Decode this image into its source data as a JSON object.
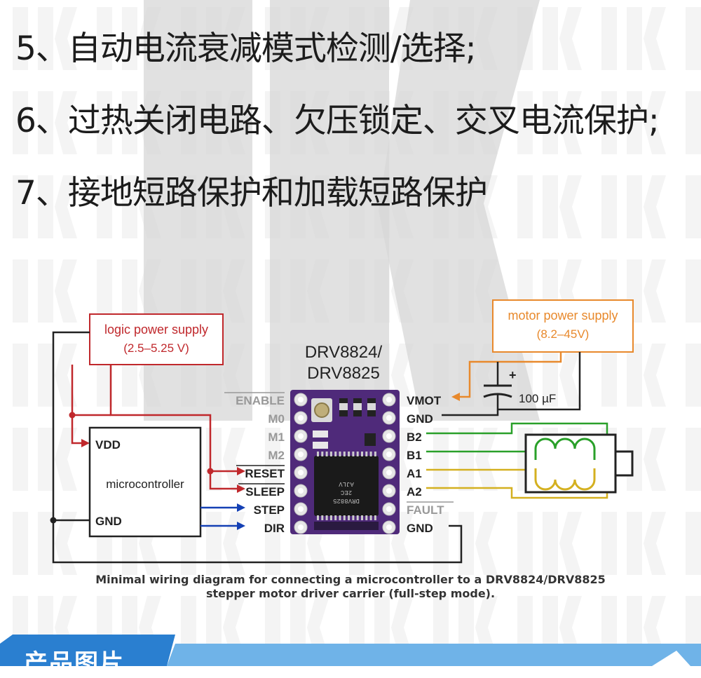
{
  "features": [
    "5、自动电流衰减模式检测/选择;",
    "6、过热关闭电路、欠压锁定、交叉电流保护;",
    "7、接地短路保护和加载短路保护"
  ],
  "diagram": {
    "logic_supply": {
      "title": "logic power supply",
      "range": "(2.5–5.25 V)"
    },
    "motor_supply": {
      "title": "motor power supply",
      "range": "(8.2–45V)"
    },
    "chip_name": {
      "line1": "DRV8824/",
      "line2": "DRV8825"
    },
    "microcontroller": {
      "label": "microcontroller",
      "vdd": "VDD",
      "gnd": "GND"
    },
    "left_pins": [
      "ENABLE",
      "M0",
      "M1",
      "M2",
      "RESET",
      "SLEEP",
      "STEP",
      "DIR"
    ],
    "right_pins": [
      "VMOT",
      "GND",
      "B2",
      "B1",
      "A1",
      "A2",
      "FAULT",
      "GND"
    ],
    "capacitor": {
      "label": "100 µF",
      "plus": "+"
    },
    "chip_marking": [
      "DRV8825",
      "2EC",
      "AJLV"
    ],
    "colors": {
      "logic": "#c0282c",
      "motor": "#e8892c",
      "signal": "#1440b4",
      "board": "#4f2a7a",
      "ground": "#333333",
      "coil_green": "#2aa02a",
      "coil_yellow": "#d4b020"
    }
  },
  "caption": {
    "line1": "Minimal wiring diagram for connecting a microcontroller to a DRV8824/DRV8825",
    "line2": "stepper motor driver carrier (full-step mode)."
  },
  "footer": {
    "title": "产品图片"
  }
}
